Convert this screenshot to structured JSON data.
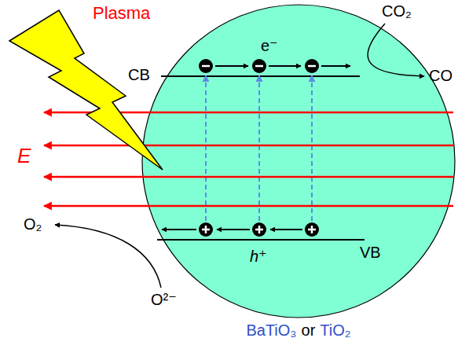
{
  "diagram": {
    "nodes": [
      {
        "text": [
          "e⁻",
          "CB",
          "VB",
          "h⁺"
        ]
      }
    ],
    "labels": [
      "Plasma",
      "CO₂",
      "CO",
      "E",
      "O₂",
      "O²⁻",
      "BaTiO₃",
      "or",
      "TiO₂"
    ]
  }
}
